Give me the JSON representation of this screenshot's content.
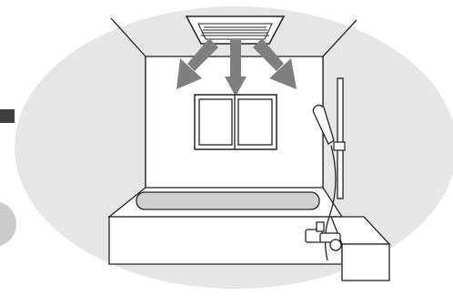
{
  "scene": {
    "subject": "bathroom-ventilation",
    "colors": {
      "background": "#ffffff",
      "oval": "#e6e6e6",
      "wall": "#ffffff",
      "line": "#222222",
      "arrow": "#7f7f7f",
      "tub_inner": "#cfcfcf",
      "side_tab": "#404040",
      "side_circle": "#cccccc"
    },
    "vent_arrows": 3,
    "window_panes": 2
  }
}
